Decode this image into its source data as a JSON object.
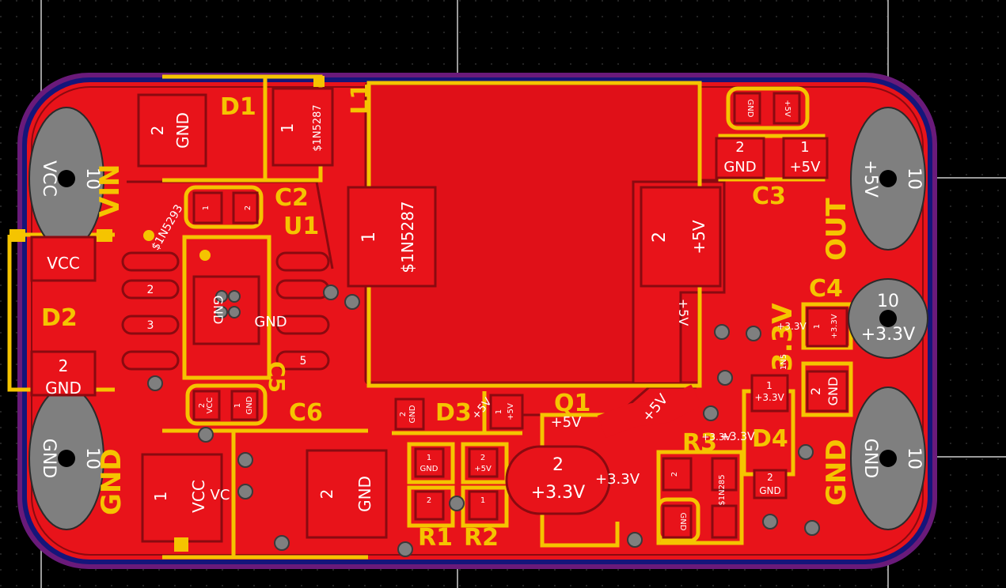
{
  "board": {
    "background": "#000000",
    "copper_color": "#e8131a",
    "copper_dark": "#8a0a10",
    "silk_color": "#f5c400",
    "outline_color": "#6a1a7a",
    "pad_text_color": "#ffffff"
  },
  "connectors": {
    "vcc_pin": "10",
    "vcc_net": "VCC",
    "gnd_left_pin": "10",
    "gnd_left_net": "GND",
    "out5_pin": "10",
    "out5_net": "+5V",
    "out33_pin": "10",
    "out33_net": "+3.3V",
    "gnd_right_pin": "10",
    "gnd_right_net": "GND"
  },
  "silk": {
    "vin": "VIN",
    "gnd_left": "GND",
    "d1": "D1",
    "l1": "L1",
    "c2": "C2",
    "u1": "U1",
    "d2": "D2",
    "c5": "C5",
    "c6": "C6",
    "d3": "D3",
    "q1": "Q1",
    "r1": "R1",
    "r2": "R2",
    "r3": "R3",
    "d4": "D4",
    "c3": "C3",
    "c4": "C4",
    "out": "OUT",
    "v33": "3.3V",
    "gnd_right": "GND"
  },
  "pads": {
    "d1_2_num": "2",
    "d1_2_net": "GND",
    "d1_1_num": "1",
    "d1_1_net": "$1N5287",
    "c2_1": "1",
    "c2_1_net": "$1N5293",
    "c2_2": "2",
    "l1_1_num": "1",
    "l1_1_net": "$1N5287",
    "l1_2_num": "2",
    "l1_2_net": "+5V",
    "l1_net_rot": "+5V",
    "d2_vcc": "VCC",
    "d2_2_num": "2",
    "d2_2_net": "GND",
    "u1_p2": "2",
    "u1_p3": "3",
    "u1_p5": "5",
    "u1_gnd": "GND",
    "u1_gnd2": "GND",
    "c5_1": "1",
    "c5_1_net": "GND",
    "c5_2": "2",
    "c5_2_net": "VCC",
    "c6_1": "1",
    "c6_1_net": "VCC",
    "c6_vc": "VC",
    "c6_2": "2",
    "c6_2_net": "GND",
    "d3_2": "2",
    "d3_2_net": "GND",
    "d3_1": "1",
    "d3_1_net": "+5V",
    "r1_1": "1",
    "r1_1_net": "GND",
    "r1_2": "2",
    "r2_2": "2",
    "r2_2_net": "+5V",
    "r2_1": "1",
    "q1_2": "2",
    "q1_2_net": "+3.3V",
    "q1_top": "+5V",
    "q1_33": "+3.3V",
    "q1_5v": "+5V",
    "r3_2": "2",
    "r3_1_net": "$1N285",
    "r3_net": "+3.3V",
    "c3_top_gnd": "GND",
    "c3_top_5v": "+5V",
    "c3_2_num": "2",
    "c3_2_net": "GND",
    "c3_1_num": "1",
    "c3_1_net": "+5V",
    "c4_1": "1",
    "c4_1_net": "+3.3V",
    "c4_2": "2",
    "c4_2_net": "GND",
    "c4_net2": "+3.3V",
    "d4_1": "1",
    "d4_1_net": "+3.3V",
    "d4_2": "2",
    "d4_2_net": "GND",
    "d4_gnd": "GND",
    "d4_small": "1N5",
    "extra_33": "+3.3V",
    "extra_5v": "+5V"
  }
}
